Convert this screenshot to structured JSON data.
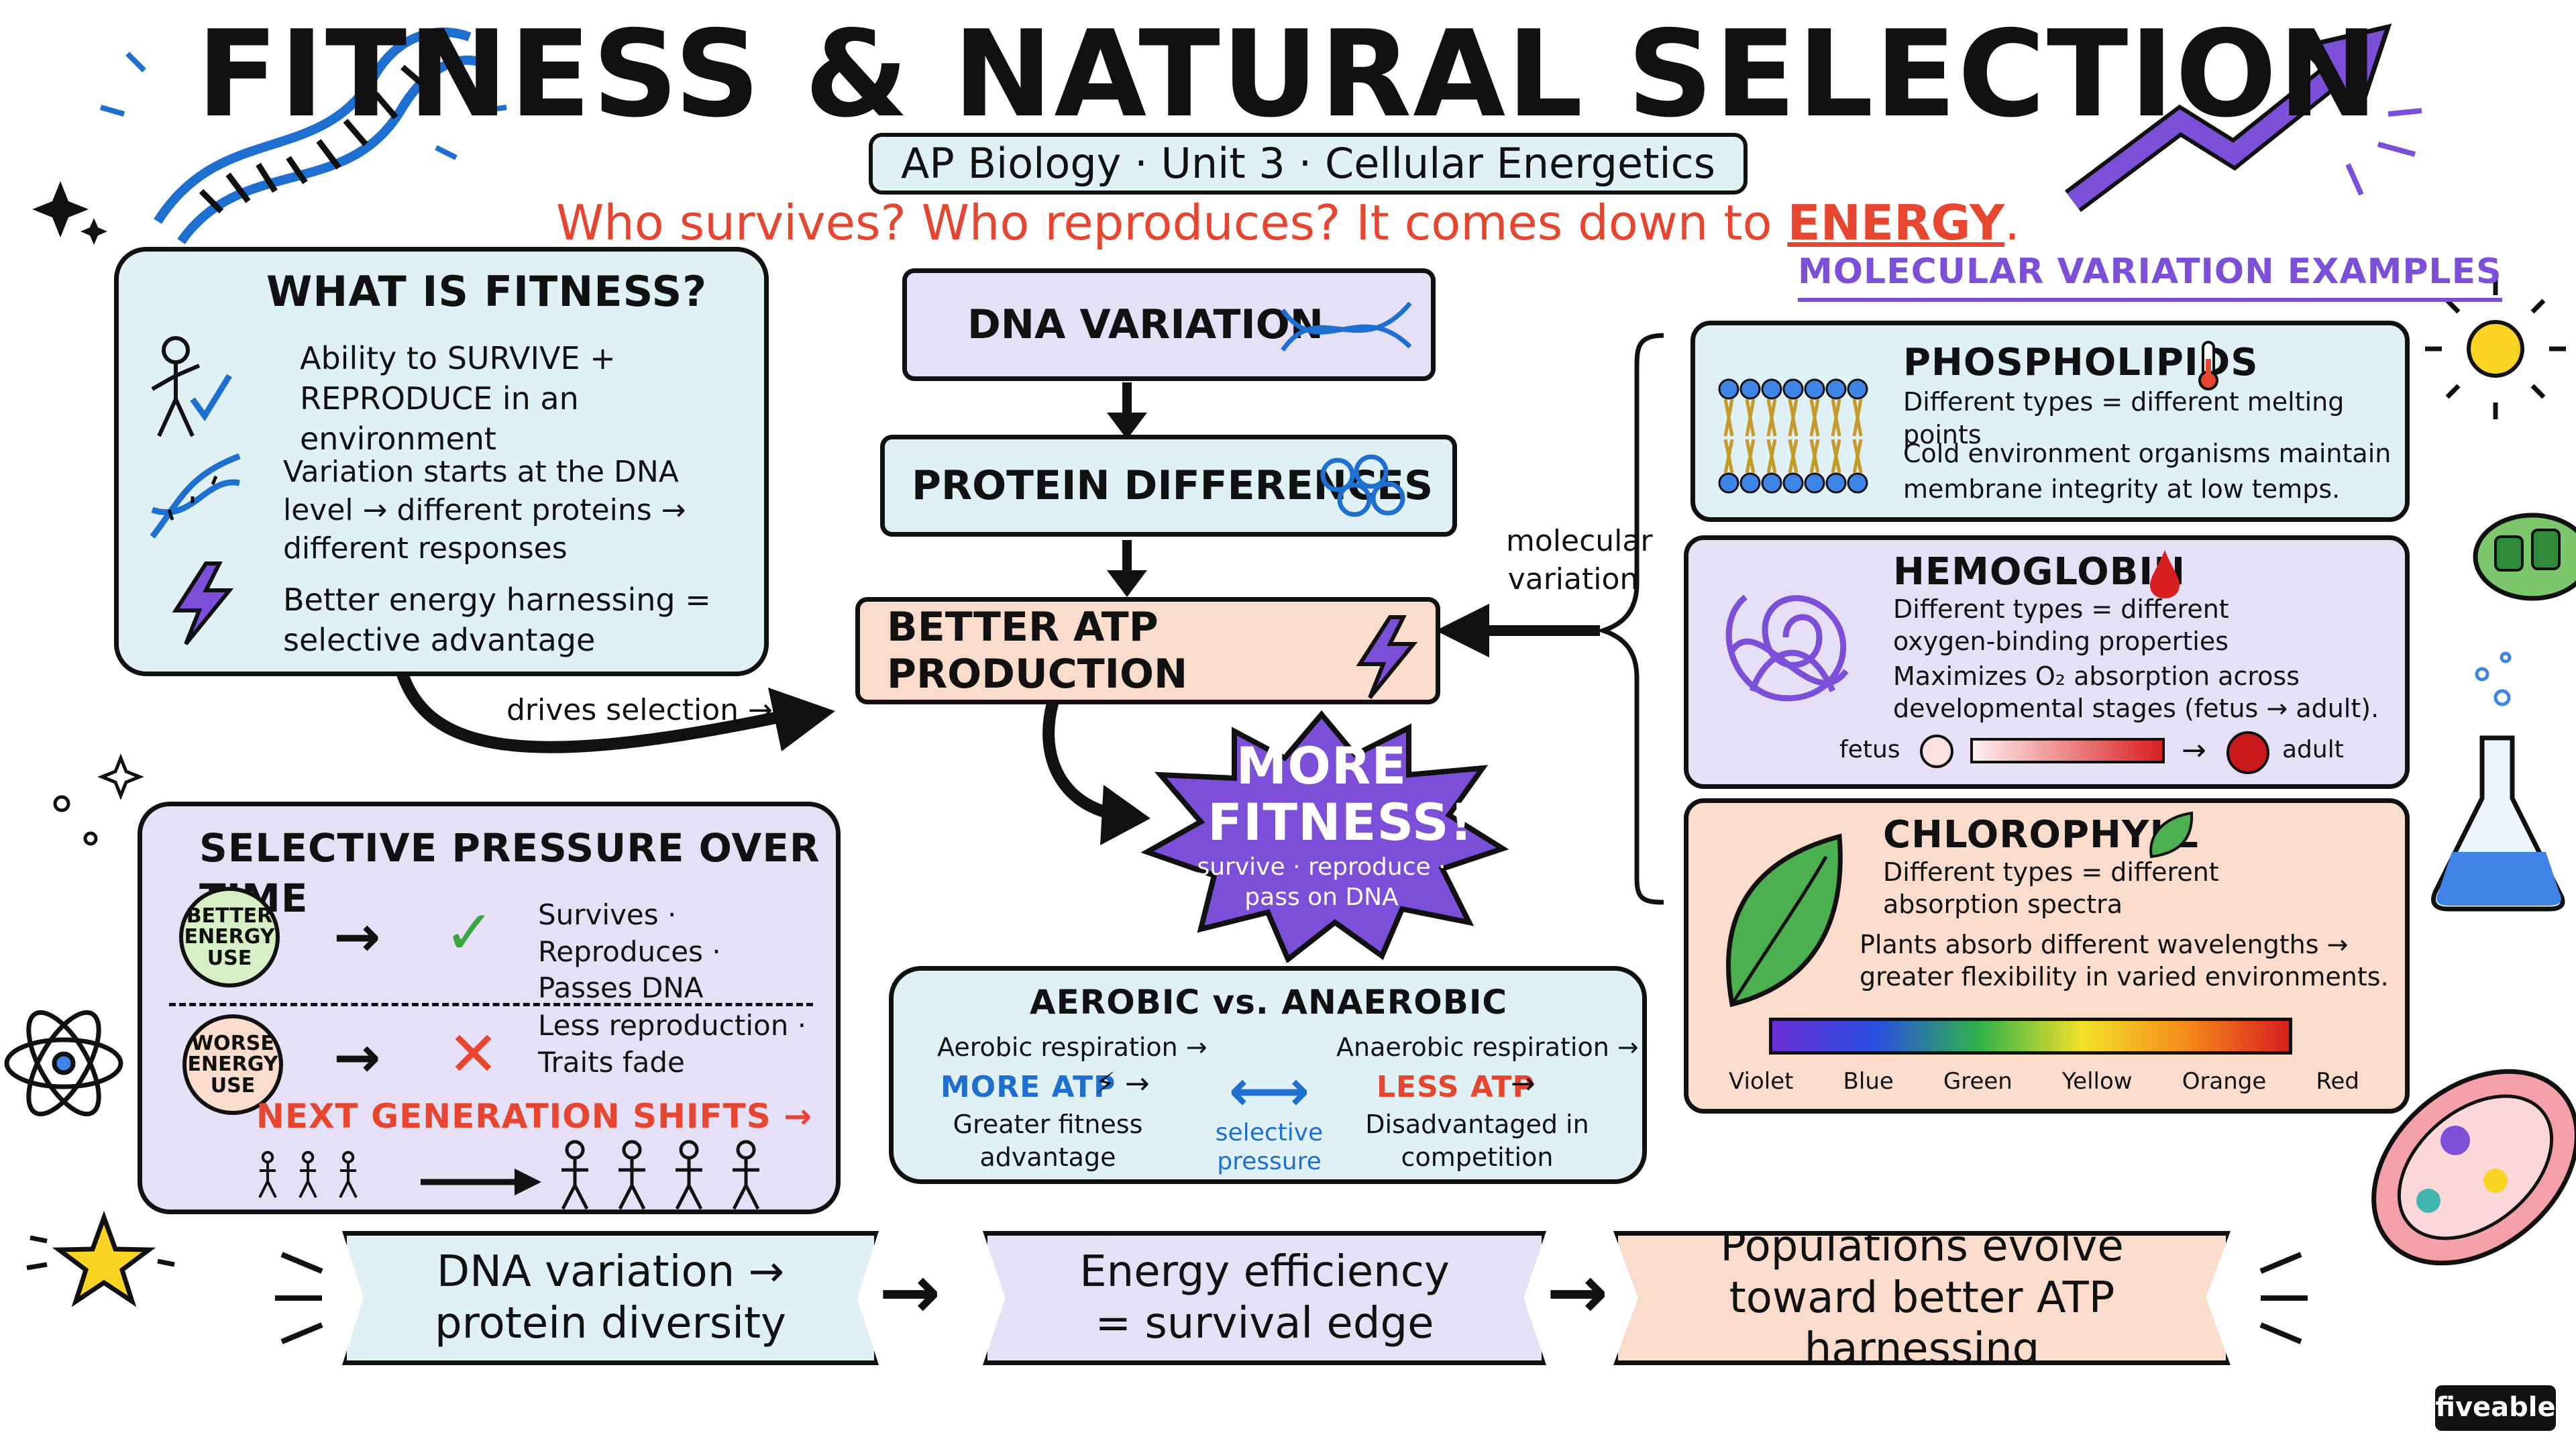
{
  "title": "FITNESS & NATURAL SELECTION",
  "subtitle": "AP Biology · Unit 3 · Cellular Energetics",
  "tagline": {
    "prefix": "Who survives? Who reproduces? It comes down to ",
    "highlight": "ENERGY",
    "suffix": "."
  },
  "fitness": {
    "heading": "WHAT IS FITNESS?",
    "items": [
      "Ability to SURVIVE + REPRODUCE in an environment",
      "Variation starts at the DNA level → different proteins → different responses",
      "Better energy harnessing = selective advantage"
    ],
    "drives": "drives selection →"
  },
  "flow": {
    "dna": "DNA VARIATION",
    "protein": "PROTEIN DIFFERENCES",
    "atp": "BETTER ATP PRODUCTION",
    "burst_title": "MORE FITNESS!",
    "burst_sub": "survive · reproduce · pass on DNA",
    "molecular": "molecular variation"
  },
  "examples": {
    "heading": "MOLECULAR VARIATION EXAMPLES",
    "phospholipids": {
      "title": "PHOSPHOLIPIDS",
      "line1": "Different types = different melting points",
      "line2": "Cold environment organisms maintain membrane integrity at low temps."
    },
    "hemoglobin": {
      "title": "HEMOGLOBIN",
      "line1": "Different types = different oxygen-binding properties",
      "line2": "Maximizes O₂ absorption across developmental stages (fetus → adult).",
      "fetus": "fetus",
      "adult": "adult"
    },
    "chlorophyll": {
      "title": "CHLOROPHYLL",
      "line1": "Different types = different absorption spectra",
      "line2": "Plants absorb different wavelengths → greater flexibility in varied environments.",
      "spectrum": [
        "Violet",
        "Blue",
        "Green",
        "Yellow",
        "Orange",
        "Red"
      ]
    }
  },
  "pressure": {
    "heading": "SELECTIVE PRESSURE OVER TIME",
    "better": "BETTER ENERGY USE",
    "better_result": "Survives · Reproduces · Passes DNA",
    "worse": "WORSE ENERGY USE",
    "worse_result": "Less reproduction · Traits fade",
    "next_gen": "NEXT GENERATION SHIFTS →"
  },
  "aerobic": {
    "heading": "AEROBIC vs. ANAEROBIC",
    "left_line": "Aerobic respiration →",
    "left_key": "MORE ATP",
    "left_result": "Greater fitness advantage",
    "middle": "selective pressure",
    "right_line": "Anaerobic respiration →",
    "right_key": "LESS ATP",
    "right_result": "Disadvantaged in competition"
  },
  "banners": [
    "DNA variation → protein diversity",
    "Energy efficiency = survival edge",
    "Populations evolve toward better ATP harnessing"
  ],
  "logo": "fiveable",
  "colors": {
    "blue": "#dff1f4",
    "purple": "#e6e0f7",
    "peach": "#fadccd",
    "red": "#e6452f",
    "accent": "#7b4fd8"
  }
}
